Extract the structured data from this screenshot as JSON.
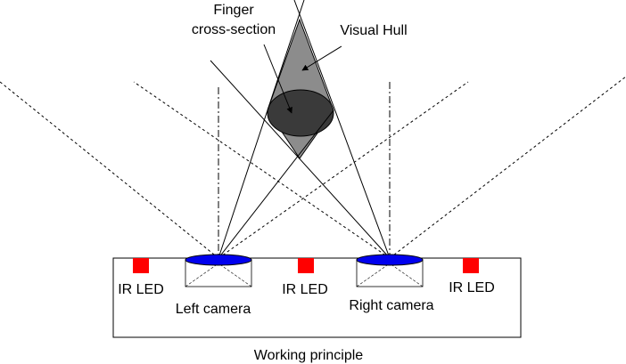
{
  "labels": {
    "finger_line1": "Finger",
    "finger_line2": "cross-section",
    "visual_hull": "Visual Hull",
    "ir_led_left": "IR LED",
    "ir_led_center": "IR LED",
    "ir_led_right": "IR LED",
    "left_camera": "Left camera",
    "right_camera": "Right camera",
    "caption": "Working principle"
  },
  "colors": {
    "hull_fill": "#8c8c8c",
    "finger_fill": "#3a3a3a",
    "lens_fill": "#0000ee",
    "led_fill": "#ff0000",
    "line": "#000000"
  }
}
